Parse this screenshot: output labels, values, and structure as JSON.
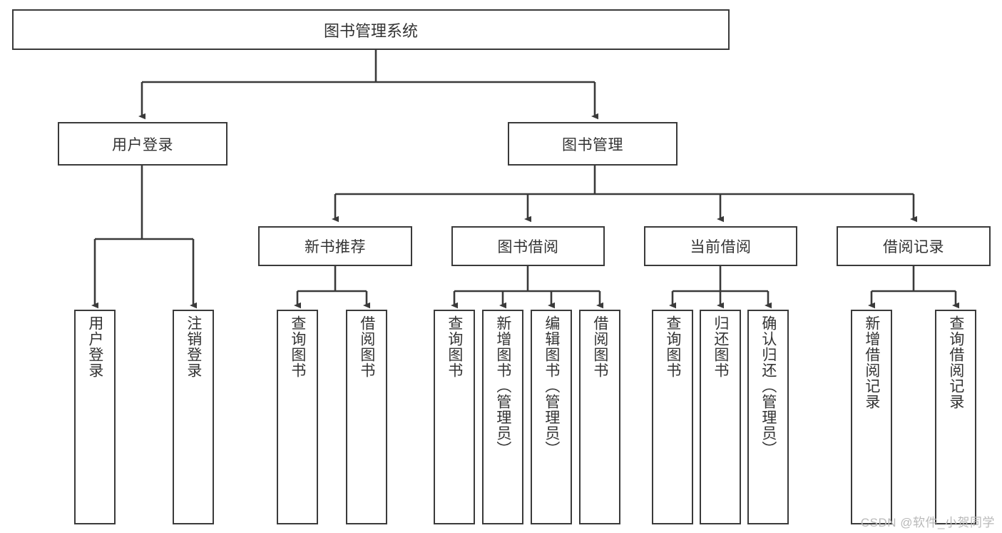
{
  "diagram": {
    "type": "hierarchy-tree",
    "title": "图书管理系统",
    "levels": 3,
    "root": {
      "id": "root",
      "label": "图书管理系统"
    },
    "level2": [
      {
        "id": "user-login",
        "label": "用户登录"
      },
      {
        "id": "book-manage",
        "label": "图书管理"
      }
    ],
    "level3": [
      {
        "id": "new-book-recommend",
        "label": "新书推荐",
        "parent": "book-manage"
      },
      {
        "id": "book-borrow",
        "label": "图书借阅",
        "parent": "book-manage"
      },
      {
        "id": "current-borrow",
        "label": "当前借阅",
        "parent": "book-manage"
      },
      {
        "id": "borrow-record",
        "label": "借阅记录",
        "parent": "book-manage"
      }
    ],
    "leaves": {
      "user_login": [
        {
          "id": "leaf-user-login",
          "label": "用户登录"
        },
        {
          "id": "leaf-user-logout",
          "label": "注销登录"
        }
      ],
      "new_book_recommend": [
        {
          "id": "leaf-query-book-1",
          "label": "查询图书"
        },
        {
          "id": "leaf-borrow-book-1",
          "label": "借阅图书"
        }
      ],
      "book_borrow": [
        {
          "id": "leaf-query-book-2",
          "label": "查询图书"
        },
        {
          "id": "leaf-add-book",
          "label": "新增图书（管理员）"
        },
        {
          "id": "leaf-edit-book",
          "label": "编辑图书（管理员）"
        },
        {
          "id": "leaf-borrow-book-2",
          "label": "借阅图书"
        }
      ],
      "current_borrow": [
        {
          "id": "leaf-query-book-3",
          "label": "查询图书"
        },
        {
          "id": "leaf-return-book",
          "label": "归还图书"
        },
        {
          "id": "leaf-confirm-return",
          "label": "确认归还（管理员）"
        }
      ],
      "borrow_record": [
        {
          "id": "leaf-add-record",
          "label": "新增借阅记录"
        },
        {
          "id": "leaf-query-record",
          "label": "查询借阅记录"
        }
      ]
    }
  },
  "watermark": {
    "text": "CSDN @软件_小贺同学"
  },
  "colors": {
    "stroke": "#3a3a3a",
    "text": "#333333",
    "background": "#ffffff",
    "watermark": "#b9b9b9"
  }
}
